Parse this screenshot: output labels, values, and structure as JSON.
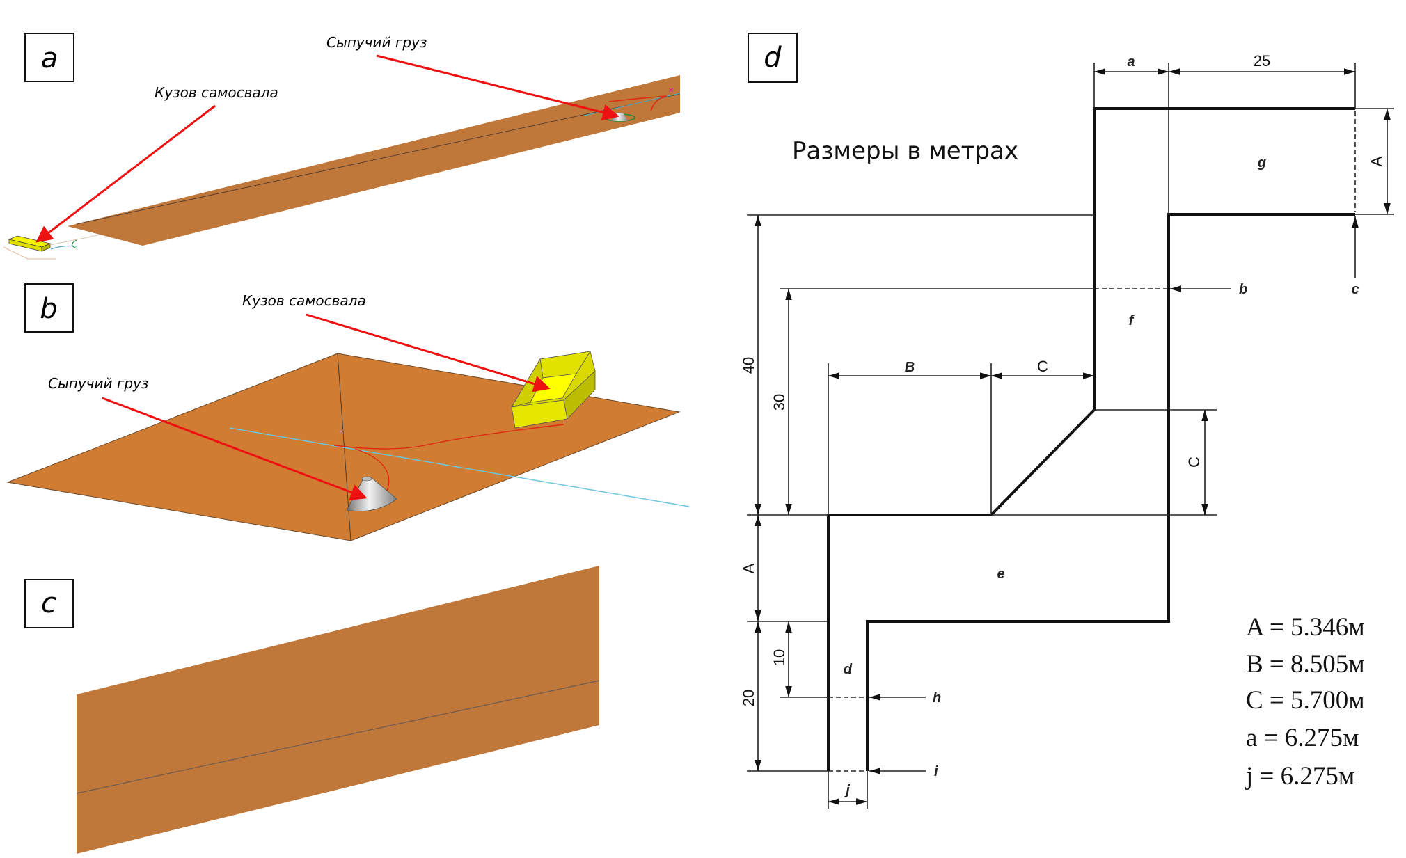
{
  "panels": {
    "a": {
      "label": "a",
      "callouts": {
        "dump_body": "Кузов самосвала",
        "bulk_cargo": "Сыпучий груз"
      }
    },
    "b": {
      "label": "b",
      "callouts": {
        "dump_body": "Кузов самосвала",
        "bulk_cargo": "Сыпучий груз"
      }
    },
    "c": {
      "label": "c"
    },
    "d": {
      "label": "d",
      "note": "Размеры в метрах",
      "dimensions": {
        "top_a": "a",
        "top_25": "25",
        "right_A": "A",
        "left_40": "40",
        "left_30": "30",
        "B": "B",
        "C_horizontal": "C",
        "C_vertical": "C",
        "left_A": "A",
        "left_10": "10",
        "left_20": "20",
        "bottom_j": "j"
      },
      "zones": {
        "g": "g",
        "f": "f",
        "e": "e",
        "d": "d"
      },
      "sections": {
        "b": "b",
        "c": "c",
        "h": "h",
        "i": "i"
      },
      "legend": [
        "A = 5.346м",
        "B = 8.505м",
        "C = 5.700м",
        "a = 6.275м",
        "j = 6.275м"
      ]
    }
  },
  "colors": {
    "surface_a": "#c0773a",
    "surface_b": "#d07c32",
    "surface_c": "#c0773a",
    "dump_body": "#e6e600",
    "callout_arrow": "#ee1111",
    "axis_line": "#6cc6dd"
  }
}
